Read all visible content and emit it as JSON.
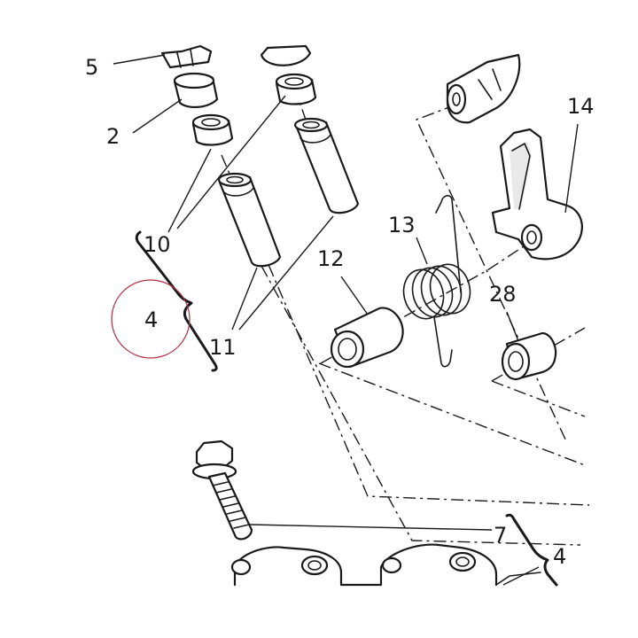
{
  "callouts": {
    "c5": "5",
    "c2": "2",
    "c10": "10",
    "c4_left": "4",
    "c11": "11",
    "c12": "12",
    "c13": "13",
    "c14": "14",
    "c28": "28",
    "c7": "7",
    "c4_bottom": "4"
  },
  "colors": {
    "line": "#1a1a1a",
    "highlight_circle": "#b03040",
    "background": "#ffffff"
  }
}
